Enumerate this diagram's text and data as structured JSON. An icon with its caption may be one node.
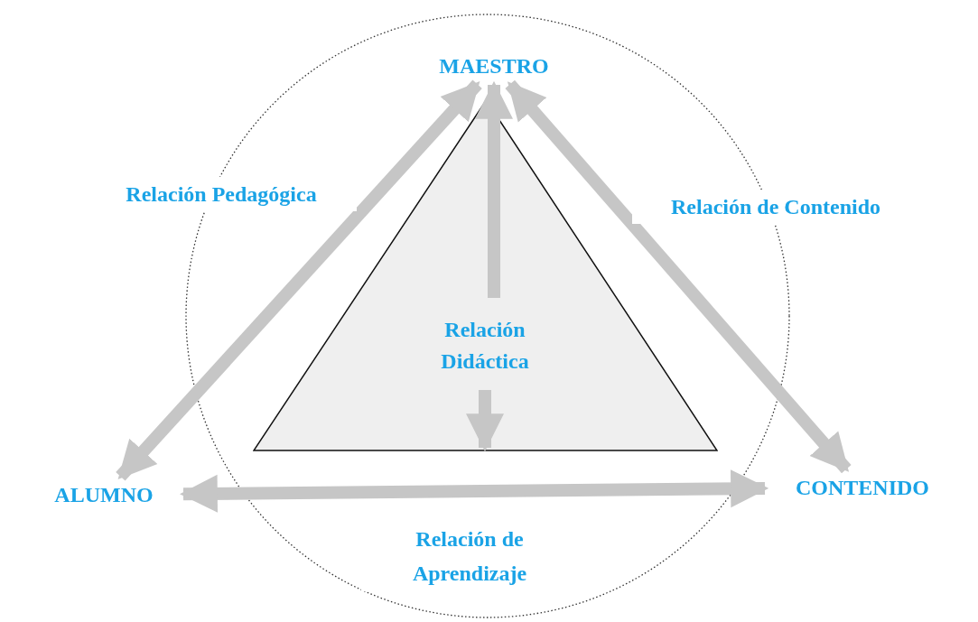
{
  "diagram": {
    "nodes": [
      {
        "text": [],
        "shape": "circle"
      },
      {
        "text": [
          "MAESTRO"
        ],
        "in": 0
      },
      {
        "text": [
          "Relación Didáctica"
        ],
        "in": 0
      },
      {
        "text": [
          "ALUMNO"
        ]
      },
      {
        "text": [
          "CONTENIDO"
        ]
      }
    ],
    "edges": [
      {
        "from": 3,
        "to": 1,
        "arrow": "both",
        "label": "Relación Pedagógica"
      },
      {
        "from": 1,
        "to": 4,
        "arrow": "both",
        "label": "Relación de Contenido"
      },
      {
        "from": 2,
        "to": 1,
        "arrow": "to"
      },
      {
        "from": null,
        "to": 2,
        "arrow": "to"
      },
      {
        "from": 3,
        "to": 4,
        "arrow": "both",
        "label": "Relación de Aprendizaje"
      }
    ]
  }
}
